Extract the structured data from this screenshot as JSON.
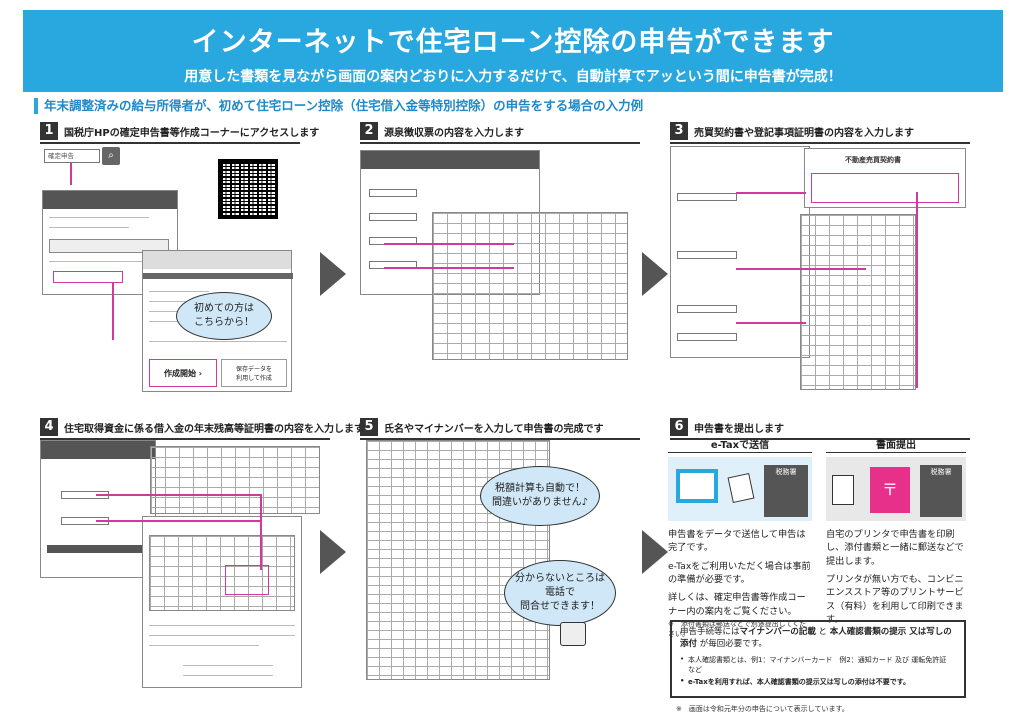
{
  "banner": {
    "title": "インターネットで住宅ローン控除の申告ができます",
    "subtitle": "用意した書類を見ながら画面の案内どおりに入力するだけで、自動計算でアッという間に申告書が完成！"
  },
  "subtitle": "年末調整済みの給与所得者が、初めて住宅ローン控除（住宅借入金等特別控除）の申告をする場合の入力例",
  "steps": [
    {
      "num": "1",
      "title": "国税庁HPの確定申告書等作成コーナーにアクセスします"
    },
    {
      "num": "2",
      "title": "源泉徴収票の内容を入力します"
    },
    {
      "num": "3",
      "title": "売買契約書や登記事項証明書の内容を入力します"
    },
    {
      "num": "4",
      "title": "住宅取得資金に係る借入金の年末残高等証明書の内容を入力します"
    },
    {
      "num": "5",
      "title": "氏名やマイナンバーを入力して申告書の完成です"
    },
    {
      "num": "6",
      "title": "申告書を提出します"
    }
  ],
  "step1": {
    "search_text": "確定申告",
    "bubble_line1": "初めての方は",
    "bubble_line2": "こちらから！",
    "btn_create": "作成開始",
    "btn_saved_line1": "保存データを",
    "btn_saved_line2": "利用して作成"
  },
  "step3": {
    "contract_title": "不動産売買契約書"
  },
  "step5": {
    "bubble_a_line1": "税額計算も自動で！",
    "bubble_a_line2": "間違いがありません♪",
    "bubble_b_line1": "分からないところは",
    "bubble_b_line2": "電話で",
    "bubble_b_line3": "問合せできます！"
  },
  "step6": {
    "etax_title": "e-Taxで送信",
    "paper_title": "書面提出",
    "office_label": "税務署",
    "etax_text1": "申告書をデータで送信して申告は完了です。",
    "etax_text2": "e-Taxをご利用いただく場合は事前の準備が必要です。",
    "etax_text3": "詳しくは、確定申告書等作成コーナー内の案内をご覧ください。",
    "etax_note": "※　添付書類は郵送などで別途提出してください。",
    "paper_text1": "自宅のプリンタで申告書を印刷し、添付書類と一緒に郵送などで提出します。",
    "paper_text2": "プリンタが無い方でも、コンビニエンスストア等のプリントサービス（有料）を利用して印刷できます。",
    "req_pre": "申告手続等には",
    "req_b1": "マイナンバーの記載",
    "req_mid": " と ",
    "req_b2": "本人確認書類の提示 又は写しの添付",
    "req_post": " が毎回必要です。",
    "req_item1": "本人確認書類とは、例1：マイナンバーカード　例2：通知カード 及び 運転免許証　など",
    "req_item2": "e-Taxを利用すれば、本人確認書類の提示又は写しの添付は不要です。",
    "footnote": "※　画面は令和元年分の申告について表示しています。"
  }
}
